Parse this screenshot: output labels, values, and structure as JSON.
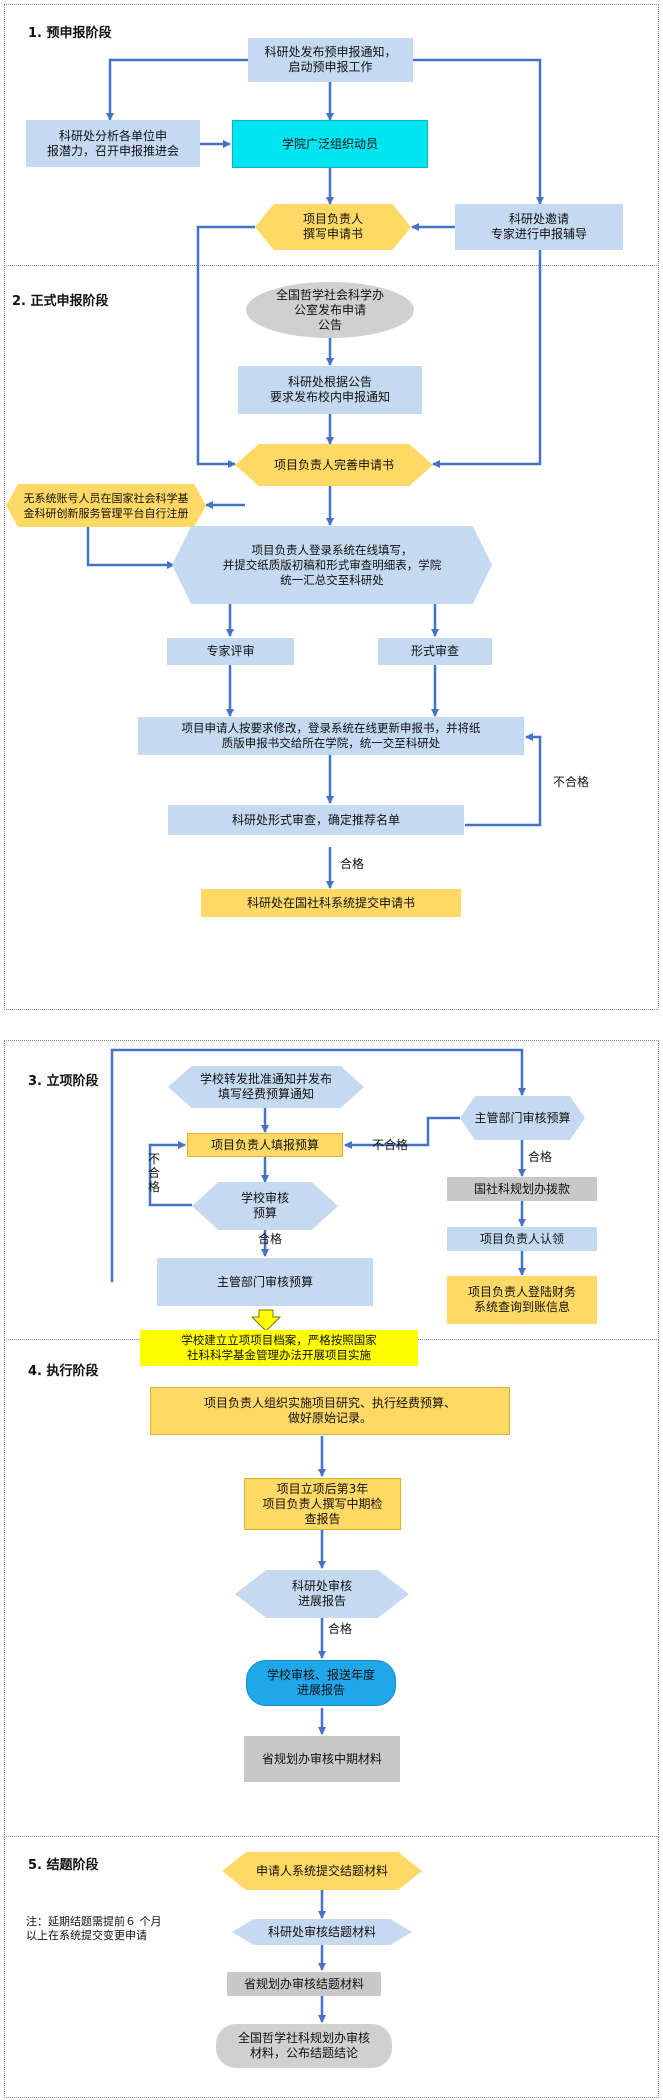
{
  "sections": [
    {
      "number": "1.",
      "title": "预申报阶段"
    },
    {
      "number": "2.",
      "title": "正式申报阶段"
    },
    {
      "number": "3.",
      "title": "立项阶段"
    },
    {
      "number": "4.",
      "title": "执行阶段"
    },
    {
      "number": "5.",
      "title": "结题阶段"
    }
  ],
  "stage1": {
    "notice": "科研处发布预申报通知，\n启动预申报工作",
    "analyze": "科研处分析各单位申\n报潜力，召开申报推进会",
    "mobilize": "学院广泛组织动员",
    "write": "项目负责人\n撰写申请书",
    "expert_guide": "科研处邀请\n专家进行申报辅导"
  },
  "stage2": {
    "national_office": "全国哲学社会科学办\n公室发布申请\n公告",
    "school_notice": "科研处根据公告\n要求发布校内申报通知",
    "improve": "项目负责人完善申请书",
    "no_account": "无系统账号人员在国家社会科学基\n金科研创新服务管理平台自行注册",
    "login_submit": "项目负责人登录系统在线填写，\n并提交纸质版初稿和形式审查明细表，学院\n统一汇总交至科研处",
    "expert_review": "专家评审",
    "form_review": "形式审查",
    "revise": "项目申请人按要求修改，登录系统在线更新申报书，并将纸\n质版申报书交给所在学院，统一交至科研处",
    "final_check": "科研处形式审查，确定推荐名单",
    "fail_label": "不合格",
    "pass_label": "合格",
    "submit_online": "科研处在国社科系统提交申请书"
  },
  "stage3": {
    "forward_notice": "学校转发批准通知并发布\n填写经费预算通知",
    "fill_budget": "项目负责人填报预算",
    "school_audit": "学校审核\n预算",
    "dept_audit_left": "主管部门审核预算",
    "dept_audit_right": "主管部门审核预算",
    "allocate": "国社科规划办拨款",
    "claim": "项目负责人认领",
    "finance_check": "项目负责人登陆财务\n系统查询到账信息",
    "archive": "学校建立立项项目档案，严格按照国家\n社科科学基金管理办法开展项目实施",
    "fail_right": "不合格",
    "fail_left": "不\n合\n格",
    "pass_mid": "合格",
    "pass_right": "合格"
  },
  "stage4": {
    "implement": "项目负责人组织实施项目研究、执行经费预算、\n做好原始记录。",
    "midterm": "项目立项后第3年\n项目负责人撰写中期检\n查报告",
    "progress_audit": "科研处审核\n进展报告",
    "pass_label": "合格",
    "annual_report": "学校审核、报送年度\n进展报告",
    "province_midterm": "省规划办审核中期材料"
  },
  "stage5": {
    "submit_materials": "申请人系统提交结题材料",
    "note": "注：延期结题需提前６ 个月\n以上在系统提交变更申请",
    "office_review": "科研处审核结题材料",
    "province_review": "省规划办审核结题材料",
    "national_review": "全国哲学社科规划办审核\n材料，公布结题结论"
  }
}
